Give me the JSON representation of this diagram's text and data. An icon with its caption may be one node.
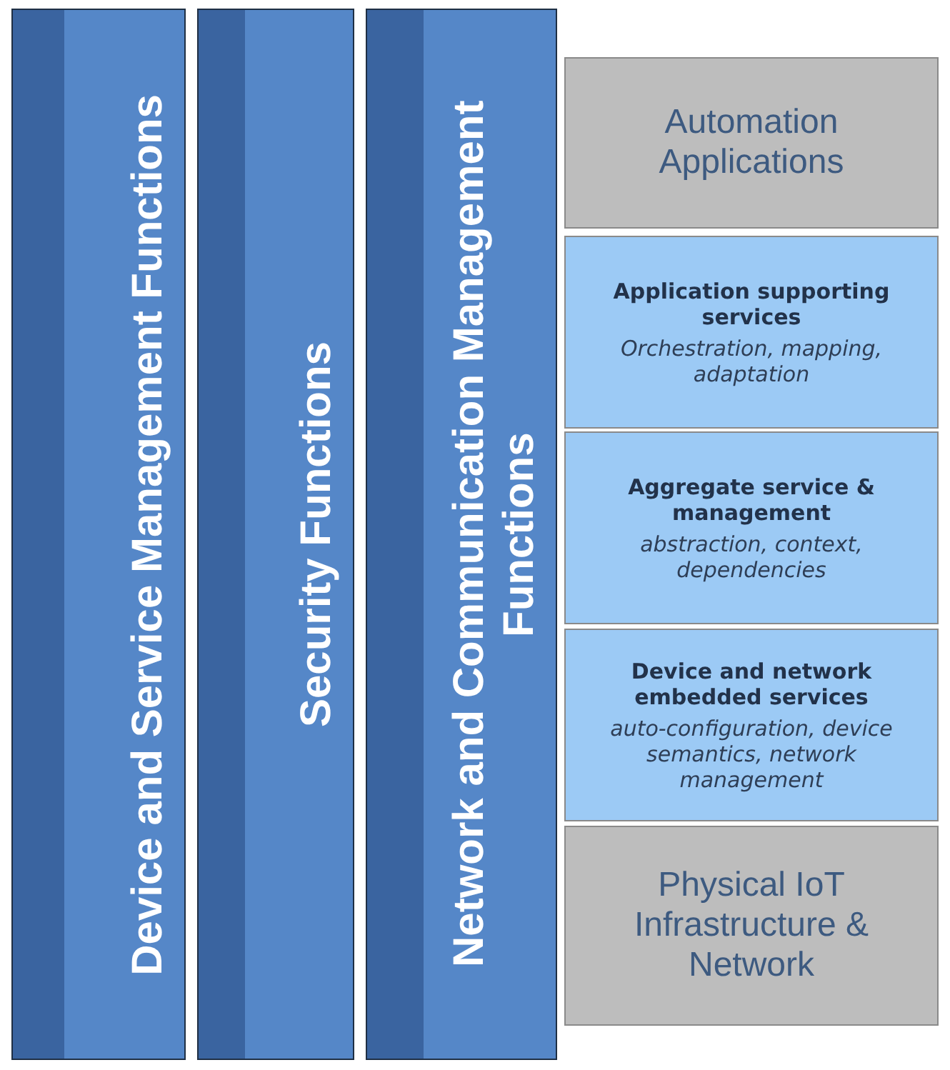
{
  "diagram": {
    "nodes": [
      {
        "text": [
          "Automation Applications"
        ]
      },
      {
        "text": [
          "Application supporting services",
          "Orchestration, mapping, adaptation"
        ]
      },
      {
        "text": [
          "Aggregate service  & management",
          "abstraction, context, dependencies"
        ]
      },
      {
        "text": [
          "Device and network embedded services",
          "auto-configuration, device semantics, network management"
        ]
      },
      {
        "text": [
          "Physical IoT Infrastructure & Network"
        ]
      },
      {
        "text": [
          "Device and Service Management Functions"
        ]
      },
      {
        "text": [
          "Security Functions"
        ]
      },
      {
        "text": [
          "Network and Communication Management Functions"
        ]
      }
    ],
    "edges": []
  }
}
